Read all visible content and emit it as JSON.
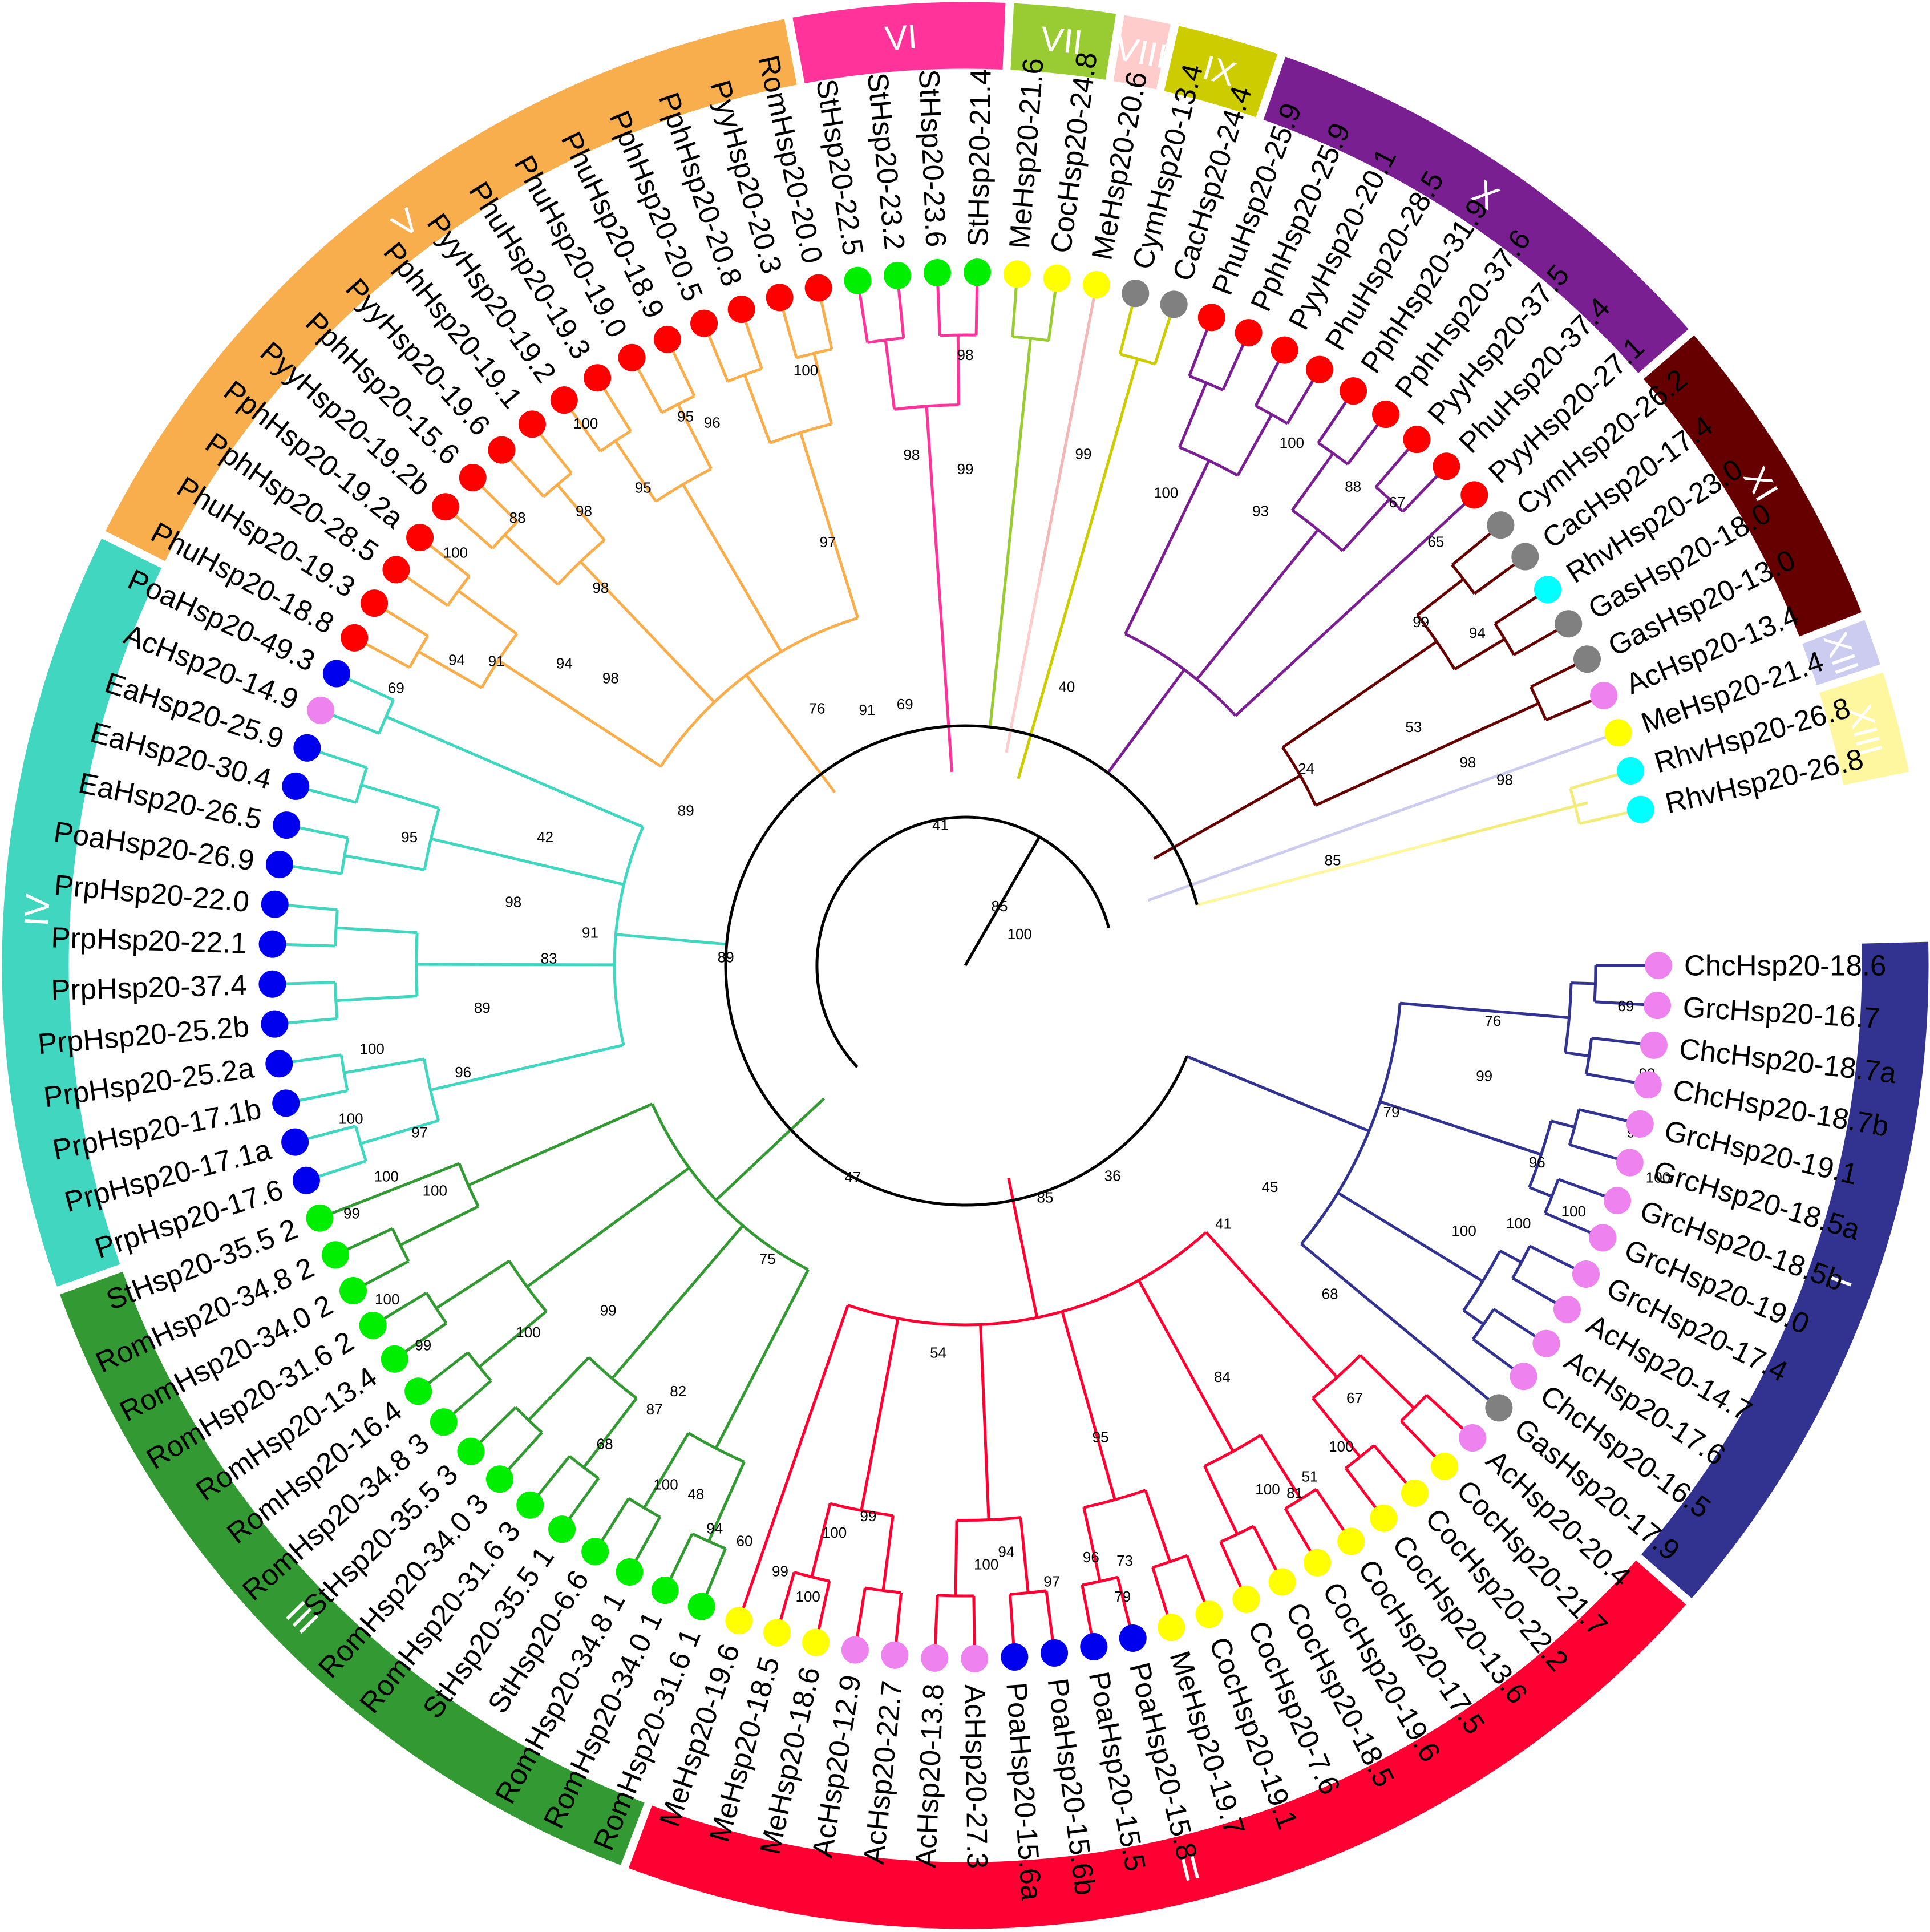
{
  "diagram": {
    "groups": [
      {
        "label": "I",
        "color": "#323390"
      },
      {
        "label": "II",
        "color": "#ff0033"
      },
      {
        "label": "III",
        "color": "#339933"
      },
      {
        "label": "IV",
        "color": "#40d6c0"
      },
      {
        "label": "V",
        "color": "#f8ae4c"
      },
      {
        "label": "VI",
        "color": "#ff3399"
      },
      {
        "label": "VII",
        "color": "#99cc33"
      },
      {
        "label": "VIII",
        "color": "#ffcccc"
      },
      {
        "label": "IX",
        "color": "#cccc00"
      },
      {
        "label": "X",
        "color": "#7a1f91"
      },
      {
        "label": "XI",
        "color": "#660000"
      },
      {
        "label": "XII",
        "color": "#ccccf0"
      },
      {
        "label": "XIII",
        "color": "#fff79f"
      }
    ],
    "species_colors": {
      "red": "#ff0000",
      "blue": "#0000ee",
      "green": "#00ee00",
      "yellow": "#ffff00",
      "violet": "#ee82ee",
      "grey": "#808080",
      "cyan": "#00ffff"
    },
    "leaves": [
      {
        "label": "ChcHsp20-18.6",
        "dot": "violet",
        "group": 0
      },
      {
        "label": "GrcHsp20-16.7",
        "dot": "violet",
        "group": 0
      },
      {
        "label": "ChcHsp20-18.7a",
        "dot": "violet",
        "group": 0
      },
      {
        "label": "ChcHsp20-18.7b",
        "dot": "violet",
        "group": 0
      },
      {
        "label": "GrcHsp20-19.1",
        "dot": "violet",
        "group": 0
      },
      {
        "label": "GrcHsp20-18.5a",
        "dot": "violet",
        "group": 0
      },
      {
        "label": "GrcHsp20-18.5b",
        "dot": "violet",
        "group": 0
      },
      {
        "label": "GrcHsp20-19.0",
        "dot": "violet",
        "group": 0
      },
      {
        "label": "GrcHsp20-17.4",
        "dot": "violet",
        "group": 0
      },
      {
        "label": "AcHsp20-14.7",
        "dot": "violet",
        "group": 0
      },
      {
        "label": "AcHsp20-17.6",
        "dot": "violet",
        "group": 0
      },
      {
        "label": "ChcHsp20-16.5",
        "dot": "violet",
        "group": 0
      },
      {
        "label": "GasHsp20-17.9",
        "dot": "grey",
        "group": 0
      },
      {
        "label": "AcHsp20-20.4",
        "dot": "violet",
        "group": 1
      },
      {
        "label": "CocHsp20-21.7",
        "dot": "yellow",
        "group": 1
      },
      {
        "label": "CocHsp20-22.2",
        "dot": "yellow",
        "group": 1
      },
      {
        "label": "CocHsp20-13.6",
        "dot": "yellow",
        "group": 1
      },
      {
        "label": "CocHsp20-17.5",
        "dot": "yellow",
        "group": 1
      },
      {
        "label": "CocHsp20-19.6",
        "dot": "yellow",
        "group": 1
      },
      {
        "label": "CocHsp20-18.5",
        "dot": "yellow",
        "group": 1
      },
      {
        "label": "CocHsp20-7.6",
        "dot": "yellow",
        "group": 1
      },
      {
        "label": "CocHsp20-19.1",
        "dot": "yellow",
        "group": 1
      },
      {
        "label": "MeHsp20-19.7",
        "dot": "yellow",
        "group": 1
      },
      {
        "label": "PoaHsp20-15.8",
        "dot": "blue",
        "group": 1
      },
      {
        "label": "PoaHsp20-15.5",
        "dot": "blue",
        "group": 1
      },
      {
        "label": "PoaHsp20-15.6b",
        "dot": "blue",
        "group": 1
      },
      {
        "label": "PoaHsp20-15.6a",
        "dot": "blue",
        "group": 1
      },
      {
        "label": "AcHsp20-27.3",
        "dot": "violet",
        "group": 1
      },
      {
        "label": "AcHsp20-13.8",
        "dot": "violet",
        "group": 1
      },
      {
        "label": "AcHsp20-22.7",
        "dot": "violet",
        "group": 1
      },
      {
        "label": "AcHsp20-12.9",
        "dot": "violet",
        "group": 1
      },
      {
        "label": "MeHsp20-18.6",
        "dot": "yellow",
        "group": 1
      },
      {
        "label": "MeHsp20-18.5",
        "dot": "yellow",
        "group": 1
      },
      {
        "label": "MeHsp20-19.6",
        "dot": "yellow",
        "group": 1
      },
      {
        "label": "RomHsp20-31.6 1",
        "dot": "green",
        "group": 2
      },
      {
        "label": "RomHsp20-34.0 1",
        "dot": "green",
        "group": 2
      },
      {
        "label": "RomHsp20-34.8 1",
        "dot": "green",
        "group": 2
      },
      {
        "label": "StHsp20-6.6",
        "dot": "green",
        "group": 2
      },
      {
        "label": "StHsp20-35.5 1",
        "dot": "green",
        "group": 2
      },
      {
        "label": "RomHsp20-31.6 3",
        "dot": "green",
        "group": 2
      },
      {
        "label": "RomHsp20-34.0 3",
        "dot": "green",
        "group": 2
      },
      {
        "label": "StHsp20-35.5 3",
        "dot": "green",
        "group": 2
      },
      {
        "label": "RomHsp20-34.8 3",
        "dot": "green",
        "group": 2
      },
      {
        "label": "RomHsp20-16.4",
        "dot": "green",
        "group": 2
      },
      {
        "label": "RomHsp20-13.4",
        "dot": "green",
        "group": 2
      },
      {
        "label": "RomHsp20-31.6 2",
        "dot": "green",
        "group": 2
      },
      {
        "label": "RomHsp20-34.0 2",
        "dot": "green",
        "group": 2
      },
      {
        "label": "RomHsp20-34.8 2",
        "dot": "green",
        "group": 2
      },
      {
        "label": "StHsp20-35.5 2",
        "dot": "green",
        "group": 2
      },
      {
        "label": "PrpHsp20-17.6",
        "dot": "blue",
        "group": 3
      },
      {
        "label": "PrpHsp20-17.1a",
        "dot": "blue",
        "group": 3
      },
      {
        "label": "PrpHsp20-17.1b",
        "dot": "blue",
        "group": 3
      },
      {
        "label": "PrpHsp20-25.2a",
        "dot": "blue",
        "group": 3
      },
      {
        "label": "PrpHsp20-25.2b",
        "dot": "blue",
        "group": 3
      },
      {
        "label": "PrpHsp20-37.4",
        "dot": "blue",
        "group": 3
      },
      {
        "label": "PrpHsp20-22.1",
        "dot": "blue",
        "group": 3
      },
      {
        "label": "PrpHsp20-22.0",
        "dot": "blue",
        "group": 3
      },
      {
        "label": "PoaHsp20-26.9",
        "dot": "blue",
        "group": 3
      },
      {
        "label": "EaHsp20-26.5",
        "dot": "blue",
        "group": 3
      },
      {
        "label": "EaHsp20-30.4",
        "dot": "blue",
        "group": 3
      },
      {
        "label": "EaHsp20-25.9",
        "dot": "blue",
        "group": 3
      },
      {
        "label": "AcHsp20-14.9",
        "dot": "violet",
        "group": 3
      },
      {
        "label": "PoaHsp20-49.3",
        "dot": "blue",
        "group": 3
      },
      {
        "label": "PhuHsp20-18.8",
        "dot": "red",
        "group": 4
      },
      {
        "label": "PhuHsp20-19.3",
        "dot": "red",
        "group": 4
      },
      {
        "label": "PphHsp20-28.5",
        "dot": "red",
        "group": 4
      },
      {
        "label": "PphHsp20-19.2a",
        "dot": "red",
        "group": 4
      },
      {
        "label": "PyyHsp20-19.2b",
        "dot": "red",
        "group": 4
      },
      {
        "label": "PphHsp20-15.6",
        "dot": "red",
        "group": 4
      },
      {
        "label": "PyyHsp20-19.6",
        "dot": "red",
        "group": 4
      },
      {
        "label": "PphHsp20-19.1",
        "dot": "red",
        "group": 4
      },
      {
        "label": "PyyHsp20-19.2",
        "dot": "red",
        "group": 4
      },
      {
        "label": "PhuHsp20-19.3",
        "dot": "red",
        "group": 4
      },
      {
        "label": "PhuHsp20-19.0",
        "dot": "red",
        "group": 4
      },
      {
        "label": "PhuHsp20-18.9",
        "dot": "red",
        "group": 4
      },
      {
        "label": "PphHsp20-20.5",
        "dot": "red",
        "group": 4
      },
      {
        "label": "PphHsp20-20.8",
        "dot": "red",
        "group": 4
      },
      {
        "label": "PyyHsp20-20.3",
        "dot": "red",
        "group": 4
      },
      {
        "label": "RomHsp20-20.0",
        "dot": "red",
        "group": 4
      },
      {
        "label": "StHsp20-22.5",
        "dot": "green",
        "group": 5
      },
      {
        "label": "StHsp20-23.2",
        "dot": "green",
        "group": 5
      },
      {
        "label": "StHsp20-23.6",
        "dot": "green",
        "group": 5
      },
      {
        "label": "StHsp20-21.4",
        "dot": "green",
        "group": 5
      },
      {
        "label": "MeHsp20-21.6",
        "dot": "yellow",
        "group": 6
      },
      {
        "label": "CocHsp20-24.8",
        "dot": "yellow",
        "group": 6
      },
      {
        "label": "MeHsp20-20.6",
        "dot": "yellow",
        "group": 7
      },
      {
        "label": "CymHsp20-13.4",
        "dot": "grey",
        "group": 8
      },
      {
        "label": "CacHsp20-24.4",
        "dot": "grey",
        "group": 8
      },
      {
        "label": "PhuHsp20-25.9",
        "dot": "red",
        "group": 9
      },
      {
        "label": "PphHsp20-25.9",
        "dot": "red",
        "group": 9
      },
      {
        "label": "PyyHsp20-20.1",
        "dot": "red",
        "group": 9
      },
      {
        "label": "PhuHsp20-28.5",
        "dot": "red",
        "group": 9
      },
      {
        "label": "PphHsp20-31.9",
        "dot": "red",
        "group": 9
      },
      {
        "label": "PphHsp20-37.6",
        "dot": "red",
        "group": 9
      },
      {
        "label": "PyyHsp20-37.5",
        "dot": "red",
        "group": 9
      },
      {
        "label": "PhuHsp20-37.4",
        "dot": "red",
        "group": 9
      },
      {
        "label": "PyyHsp20-27.1",
        "dot": "red",
        "group": 9
      },
      {
        "label": "CymHsp20-26.2",
        "dot": "grey",
        "group": 10
      },
      {
        "label": "CacHsp20-17.4",
        "dot": "grey",
        "group": 10
      },
      {
        "label": "RhvHsp20-23.0",
        "dot": "cyan",
        "group": 10
      },
      {
        "label": "GasHsp20-18.0",
        "dot": "grey",
        "group": 10
      },
      {
        "label": "GasHsp20-13.0",
        "dot": "grey",
        "group": 10
      },
      {
        "label": "AcHsp20-13.4",
        "dot": "violet",
        "group": 10
      },
      {
        "label": "MeHsp20-21.4",
        "dot": "yellow",
        "group": 11
      },
      {
        "label": "RhvHsp20-26.8",
        "dot": "cyan",
        "group": 12
      },
      {
        "label": "RhvHsp20-26.8",
        "dot": "cyan",
        "group": 12
      }
    ],
    "bootstrap": [
      {
        "text": "69",
        "a": 3.5,
        "r": 1160
      },
      {
        "text": "76",
        "a": 6,
        "r": 930
      },
      {
        "text": "99",
        "a": 9,
        "r": 1210
      },
      {
        "text": "96",
        "a": 14,
        "r": 1210
      },
      {
        "text": "100",
        "a": 17,
        "r": 1270
      },
      {
        "text": "96",
        "a": 19,
        "r": 1060
      },
      {
        "text": "100",
        "a": 22,
        "r": 1150
      },
      {
        "text": "100",
        "a": 25,
        "r": 1070
      },
      {
        "text": "99",
        "a": 12,
        "r": 930
      },
      {
        "text": "79",
        "a": 19,
        "r": 790
      },
      {
        "text": "100",
        "a": 28,
        "r": 990
      },
      {
        "text": "45",
        "a": 36,
        "r": 660
      },
      {
        "text": "68",
        "a": 42,
        "r": 860
      },
      {
        "text": "67",
        "a": 48,
        "r": 1020
      },
      {
        "text": "100",
        "a": 52,
        "r": 1070
      },
      {
        "text": "51",
        "a": 56,
        "r": 1080
      },
      {
        "text": "81",
        "a": 58,
        "r": 1090
      },
      {
        "text": "100",
        "a": 60,
        "r": 1060
      },
      {
        "text": "41",
        "a": 45,
        "r": 640
      },
      {
        "text": "84",
        "a": 58,
        "r": 850
      },
      {
        "text": "36",
        "a": 55,
        "r": 450
      },
      {
        "text": "95",
        "a": 74,
        "r": 860
      },
      {
        "text": "96",
        "a": 78,
        "r": 1060
      },
      {
        "text": "73",
        "a": 75,
        "r": 1080
      },
      {
        "text": "79",
        "a": 76,
        "r": 1140
      },
      {
        "text": "85",
        "a": 71,
        "r": 430
      },
      {
        "text": "54",
        "a": 94,
        "r": 680
      },
      {
        "text": "99",
        "a": 100,
        "r": 980
      },
      {
        "text": "100",
        "a": 103,
        "r": 1020
      },
      {
        "text": "100",
        "a": 88,
        "r": 1050
      },
      {
        "text": "94",
        "a": 86,
        "r": 1030
      },
      {
        "text": "97",
        "a": 82,
        "r": 1090
      },
      {
        "text": "47",
        "a": 118,
        "r": 420
      },
      {
        "text": "75",
        "a": 124,
        "r": 620
      },
      {
        "text": "99",
        "a": 136,
        "r": 870
      },
      {
        "text": "82",
        "a": 124,
        "r": 900
      },
      {
        "text": "48",
        "a": 117,
        "r": 1040
      },
      {
        "text": "87",
        "a": 125,
        "r": 950
      },
      {
        "text": "100",
        "a": 140,
        "r": 1000
      },
      {
        "text": "94",
        "a": 114,
        "r": 1080
      },
      {
        "text": "60",
        "a": 111,
        "r": 1080
      },
      {
        "text": "99",
        "a": 107,
        "r": 1110
      },
      {
        "text": "100",
        "a": 104,
        "r": 1140
      },
      {
        "text": "100",
        "a": 120,
        "r": 1050
      },
      {
        "text": "68",
        "a": 127,
        "r": 1050
      },
      {
        "text": "99",
        "a": 145,
        "r": 1160
      },
      {
        "text": "100",
        "a": 150,
        "r": 1170
      },
      {
        "text": "89",
        "a": 182,
        "r": 420
      },
      {
        "text": "91",
        "a": 185,
        "r": 660
      },
      {
        "text": "83",
        "a": 181,
        "r": 730
      },
      {
        "text": "89",
        "a": 175,
        "r": 850
      },
      {
        "text": "96",
        "a": 168,
        "r": 900
      },
      {
        "text": "97",
        "a": 163,
        "r": 1000
      },
      {
        "text": "100",
        "a": 172,
        "r": 1050
      },
      {
        "text": "100",
        "a": 166,
        "r": 1110
      },
      {
        "text": "100",
        "a": 160,
        "r": 1080
      },
      {
        "text": "99",
        "a": 158,
        "r": 1160
      },
      {
        "text": "100",
        "a": 157,
        "r": 1010
      },
      {
        "text": "98",
        "a": 188,
        "r": 800
      },
      {
        "text": "95",
        "a": 193,
        "r": 1000
      },
      {
        "text": "42",
        "a": 197,
        "r": 770
      },
      {
        "text": "89",
        "a": 209,
        "r": 560
      },
      {
        "text": "94",
        "a": 217,
        "r": 880
      },
      {
        "text": "98",
        "a": 219,
        "r": 800
      },
      {
        "text": "91",
        "a": 213,
        "r": 980
      },
      {
        "text": "94",
        "a": 211,
        "r": 1040
      },
      {
        "text": "69",
        "a": 206,
        "r": 1110
      },
      {
        "text": "98",
        "a": 226,
        "r": 920
      },
      {
        "text": "95",
        "a": 243,
        "r": 1080
      },
      {
        "text": "100",
        "a": 219,
        "r": 1150
      },
      {
        "text": "88",
        "a": 225,
        "r": 1110
      },
      {
        "text": "95",
        "a": 236,
        "r": 1010
      },
      {
        "text": "96",
        "a": 245,
        "r": 1050
      },
      {
        "text": "100",
        "a": 235,
        "r": 1160
      },
      {
        "text": "98",
        "a": 230,
        "r": 1040
      },
      {
        "text": "100",
        "a": 255,
        "r": 1080
      },
      {
        "text": "76",
        "a": 240,
        "r": 520
      },
      {
        "text": "97",
        "a": 252,
        "r": 780
      },
      {
        "text": "98",
        "a": 264,
        "r": 900
      },
      {
        "text": "98",
        "a": 270,
        "r": 1070
      },
      {
        "text": "91",
        "a": 249,
        "r": 480
      },
      {
        "text": "69",
        "a": 257,
        "r": 470
      },
      {
        "text": "99",
        "a": 270,
        "r": 870
      },
      {
        "text": "41",
        "a": 260,
        "r": 250
      },
      {
        "text": "99",
        "a": 283,
        "r": 920
      },
      {
        "text": "40",
        "a": 290,
        "r": 520
      },
      {
        "text": "100",
        "a": 293,
        "r": 900
      },
      {
        "text": "100",
        "a": 302,
        "r": 1080
      },
      {
        "text": "93",
        "a": 303,
        "r": 950
      },
      {
        "text": "88",
        "a": 309,
        "r": 1080
      },
      {
        "text": "67",
        "a": 313,
        "r": 1110
      },
      {
        "text": "65",
        "a": 318,
        "r": 1110
      },
      {
        "text": "99",
        "a": 323,
        "r": 1000
      },
      {
        "text": "94",
        "a": 327,
        "r": 1070
      },
      {
        "text": "98",
        "a": 338,
        "r": 950
      },
      {
        "text": "53",
        "a": 332,
        "r": 890
      },
      {
        "text": "98",
        "a": 341,
        "r": 1000
      },
      {
        "text": "24",
        "a": 330,
        "r": 690
      },
      {
        "text": "85",
        "a": 344,
        "r": 670
      },
      {
        "text": "85",
        "a": 300,
        "r": 120
      },
      {
        "text": "100",
        "a": 330,
        "r": 110
      }
    ]
  }
}
